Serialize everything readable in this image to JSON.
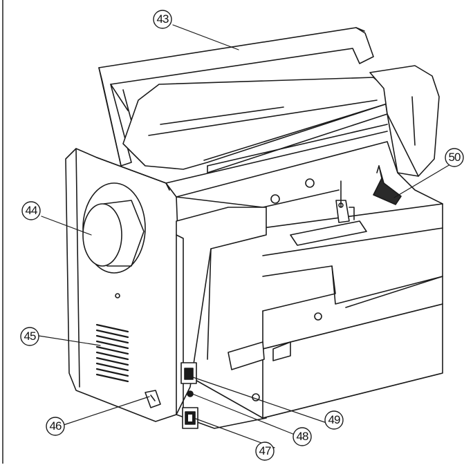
{
  "callouts": [
    {
      "id": "c43",
      "label": "43",
      "part": "carrying-handle"
    },
    {
      "id": "c44",
      "label": "44",
      "part": "handwheel"
    },
    {
      "id": "c45",
      "label": "45",
      "part": "ventilation-grille"
    },
    {
      "id": "c46",
      "label": "46",
      "part": "drop-feed-lever"
    },
    {
      "id": "c47",
      "label": "47",
      "part": "machine-socket"
    },
    {
      "id": "c48",
      "label": "48",
      "part": "foot-control-jack"
    },
    {
      "id": "c49",
      "label": "49",
      "part": "power-switch"
    },
    {
      "id": "c50",
      "label": "50",
      "part": "presser-foot-lifter"
    }
  ],
  "colors": {
    "ink": "#1a1a1a",
    "paper": "#ffffff",
    "shade": "#2a2a2a"
  }
}
